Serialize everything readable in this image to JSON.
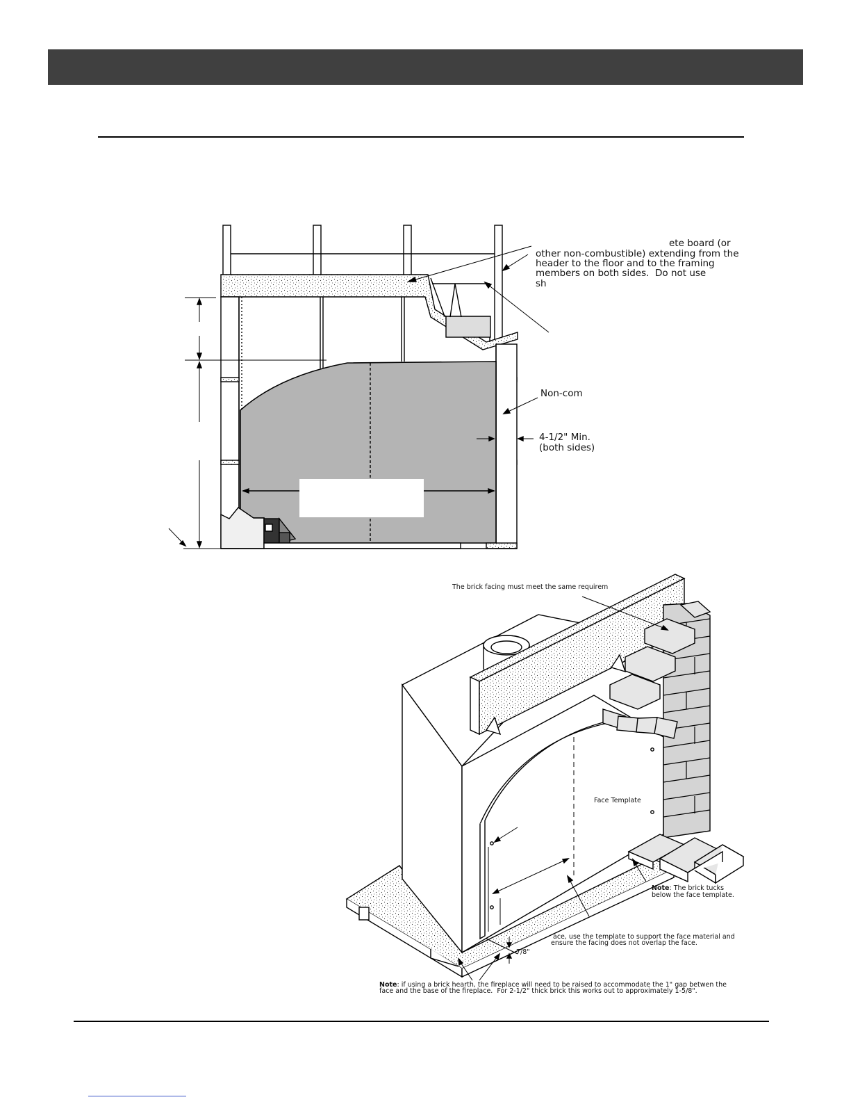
{
  "callouts": {
    "board_line1": "ete board (or",
    "board_line2": "other non-combustible) extending from the",
    "board_line3": "header to the floor and to the framing",
    "board_line4": "members on both sides.  Do not use",
    "board_line5": "sh",
    "noncom": "Non-com",
    "min_line1": "4-1/2\" Min.",
    "min_line2": "(both sides)"
  },
  "iso": {
    "brick_requirement": "The brick facing must meet the same requirem",
    "face_template": "Face Template",
    "tuck_note_bold": "Note",
    "tuck_note_line1": ": The brick tucks",
    "tuck_note_line2": "below the face template.",
    "template_line1": "ace, use the template to support the face material and",
    "template_line2": "ensure the facing does not overlap the face.",
    "dim_7_8": "7/8\"",
    "hearth_note_bold": "Note",
    "hearth_line1": ": if using a brick hearth, the fireplace will need to be raised to accommodate the 1\" gap betwen the",
    "hearth_line2": "face and the base of the fireplace.  For 2-1/2\" thick brick this works out to approximately 1-5/8\"."
  }
}
